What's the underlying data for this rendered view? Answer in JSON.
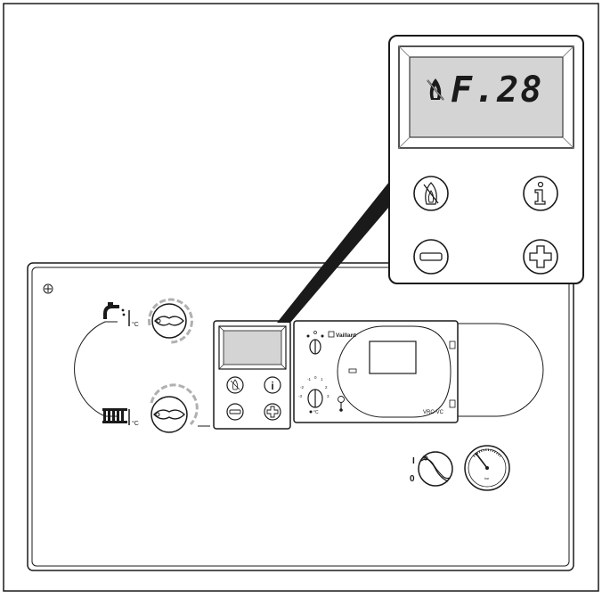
{
  "display": {
    "zoom_code": "F.28",
    "zoom_symbol": "flame-crossed"
  },
  "buttons": {
    "flame_off": "flame-crossed-icon",
    "info_glyph": "i",
    "minus_glyph": "minus",
    "plus_glyph": "plus"
  },
  "panel": {
    "brand": "Vaillant",
    "module_label": "VRC-VC",
    "switch_on": "I",
    "switch_off": "0",
    "dial_scale": [
      "-1",
      "0",
      "1",
      "-2",
      "2",
      "-3",
      "3"
    ],
    "dial_unit": "°C",
    "gauge_unit": "bar"
  },
  "colors": {
    "line": "#1a1a1a",
    "lcd_bg": "#d4d4d4",
    "lcd_frame": "#8c8c8c",
    "dial_ring": "#b0b0b0"
  }
}
